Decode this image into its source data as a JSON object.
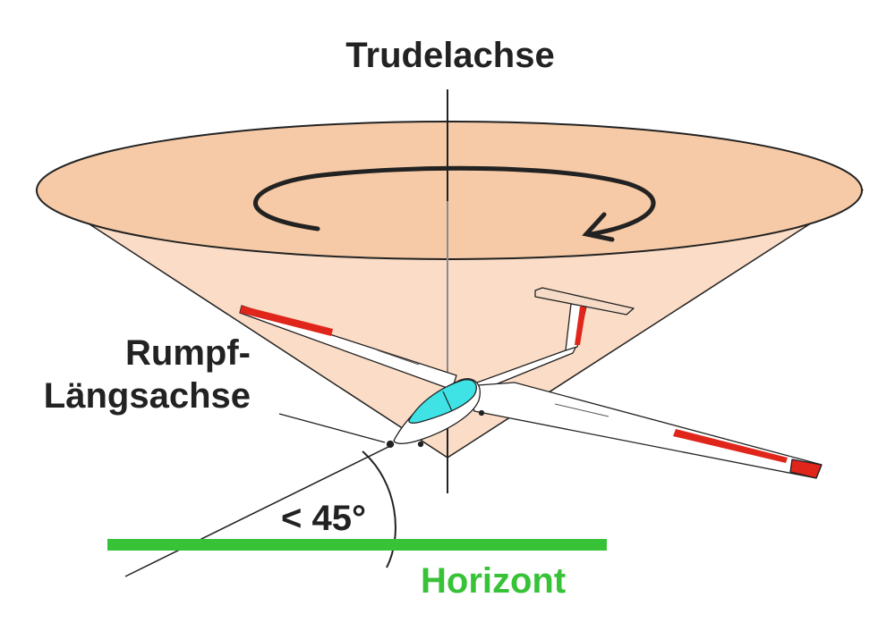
{
  "labels": {
    "spin_axis": "Trudelachse",
    "fuselage_axis_line1": "Rumpf-",
    "fuselage_axis_line2": "Längsachse",
    "angle": "< 45°",
    "horizon": "Horizont"
  },
  "colors": {
    "cone_fill": "#fbdcc6",
    "cone_top_fill": "#f6caa6",
    "outline": "#222222",
    "horizon": "#38c238",
    "canopy": "#3fe3e6",
    "wing_tip_red": "#e0251b",
    "text": "#222222"
  },
  "icons": {
    "rotation": "circular-arrow-icon"
  }
}
